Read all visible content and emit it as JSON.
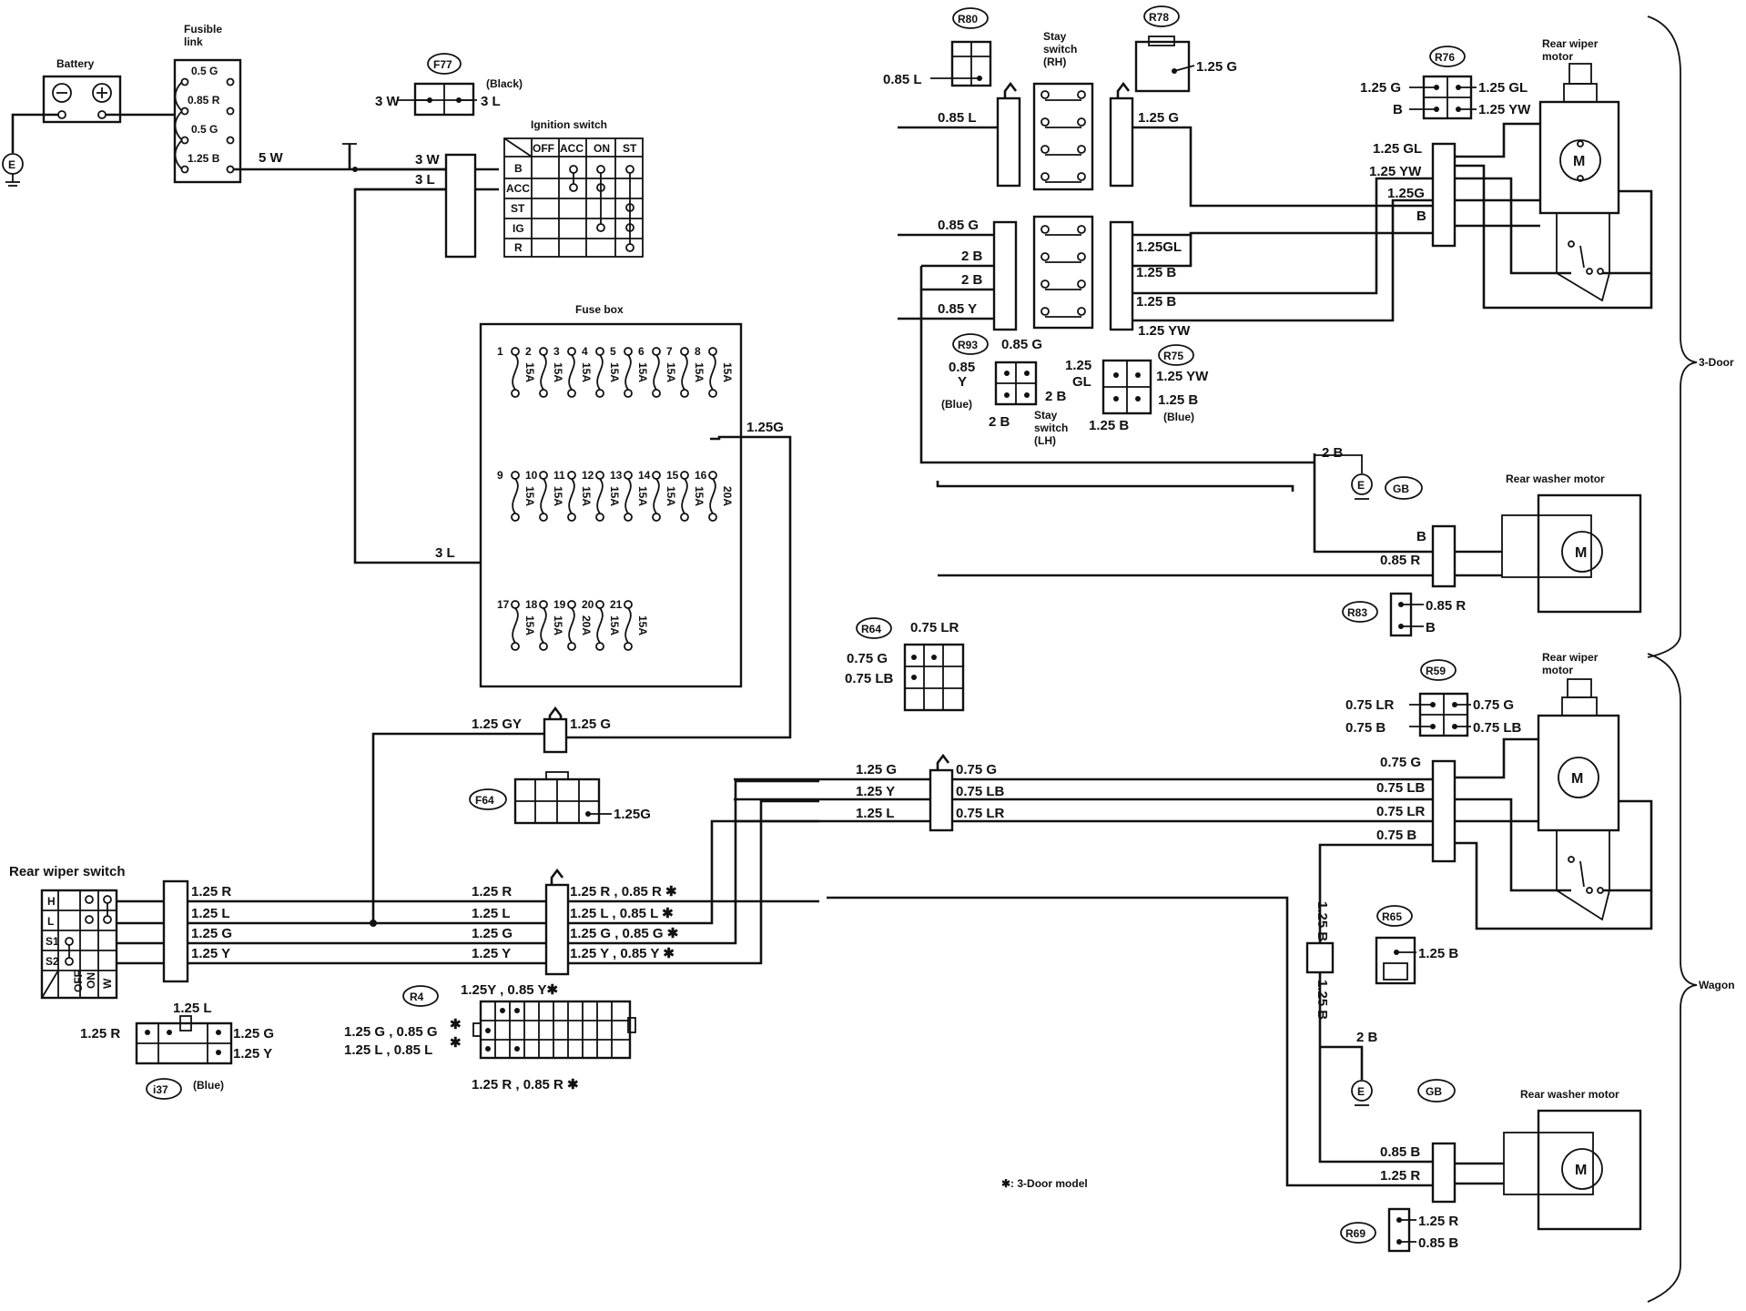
{
  "components": {
    "battery": "Battery",
    "fusible_link": "Fusible\nlink",
    "ignition_switch": "Ignition switch",
    "fuse_box": "Fuse box",
    "stay_switch_rh": "Stay\nswitch\n(RH)",
    "stay_switch_lh": "Stay\nswitch\n(LH)",
    "rear_wiper_motor": "Rear wiper\nmotor",
    "rear_washer_motor": "Rear washer motor",
    "rear_wiper_switch": "Rear wiper switch",
    "door3_label": "3-Door",
    "wagon_label": "Wagon",
    "footnote": "✱: 3-Door model",
    "motor_symbol": "M",
    "ground_symbol": "E"
  },
  "fusible_link_rows": [
    "0.5 G",
    "0.85 R",
    "0.5 G",
    "1.25 B"
  ],
  "ignition_switch": {
    "columns": [
      "OFF",
      "ACC",
      "ON",
      "ST"
    ],
    "rows": [
      "B",
      "ACC",
      "ST",
      "IG",
      "R"
    ]
  },
  "fuse_box": {
    "row1_numbers": [
      "1",
      "2",
      "3",
      "4",
      "5",
      "6",
      "7",
      "8"
    ],
    "row1_ratings": [
      "15A",
      "15A",
      "15A",
      "15A",
      "15A",
      "15A",
      "15A",
      "15A"
    ],
    "row2_numbers": [
      "9",
      "10",
      "11",
      "12",
      "13",
      "14",
      "15",
      "16"
    ],
    "row2_ratings": [
      "15A",
      "15A",
      "15A",
      "15A",
      "15A",
      "15A",
      "15A",
      "20A"
    ],
    "row3_numbers": [
      "17",
      "18",
      "19",
      "20",
      "21"
    ],
    "row3_ratings": [
      "15A",
      "15A",
      "20A",
      "15A",
      "15A"
    ]
  },
  "connectors": {
    "F77": "F77",
    "R80": "R80",
    "R78": "R78",
    "R76": "R76",
    "R93": "R93",
    "R75": "R75",
    "R83": "R83",
    "R64": "R64",
    "F64": "F64",
    "R59": "R59",
    "R65": "R65",
    "R4": "R4",
    "i37": "i37",
    "R69": "R69",
    "GB": "GB"
  },
  "notes": {
    "black": "(Black)",
    "blue": "(Blue)"
  },
  "wire_labels": {
    "batt_5w": "5 W",
    "f77_3w": "3 W",
    "f77_3l": "3 L",
    "ign_3w": "3 W",
    "ign_3l": "3 L",
    "fuse_3l": "3 L",
    "fuse_125g": "1.25G",
    "sw_125gy": "1.25 GY",
    "sw_125g": "1.25 G",
    "f64_125g": "1.25G",
    "r80_085l": "0.85 L",
    "rh_085l": "0.85 L",
    "r78_125g": "1.25 G",
    "rh_125g": "1.25 G",
    "r76_125g": "1.25 G",
    "r76_b": "B",
    "r76_125gl": "1.25 GL",
    "r76_125yw": "1.25 YW",
    "m3_125gl": "1.25 GL",
    "m3_125yw": "1.25 YW",
    "m3_125g": "1.25G",
    "m3_b": "B",
    "lh_085g": "0.85 G",
    "lh_2b_a": "2 B",
    "lh_2b_b": "2 B",
    "lh_085y": "0.85  Y",
    "lh_125gl": "1.25GL",
    "lh_125b_a": "1.25 B",
    "lh_125b_b": "1.25 B",
    "lh_125yw": "1.25 YW",
    "r93_085g": "0.85 G",
    "r93_085": "0.85",
    "r93_y": "Y",
    "r93_2b_r": "2 B",
    "r93_2b_b": "2 B",
    "r75_125": "1.25",
    "r75_gl": "GL",
    "r75_125yw": "1.25 YW",
    "r75_125b_r": "1.25 B",
    "r75_125b_b": "1.25 B",
    "gnd_2b_top": "2 B",
    "wm3_b": "B",
    "wm3_085r": "0.85 R",
    "r83_085r": "0.85 R",
    "r83_b": "B",
    "r64_075lr": "0.75 LR",
    "r64_075g": "0.75 G",
    "r64_075lb": "0.75 LB",
    "j_125g": "1.25 G",
    "j_125y": "1.25 Y",
    "j_125l": "1.25 L",
    "j_075g": "0.75 G",
    "j_075lb": "0.75 LB",
    "j_075lr": "0.75 LR",
    "r59_075lr": "0.75 LR",
    "r59_075b": "0.75  B",
    "r59_075g": "0.75 G",
    "r59_075lb": "0.75 LB",
    "mw_075g": "0.75 G",
    "mw_075lb": "0.75 LB",
    "mw_075lr": "0.75 LR",
    "mw_075b": "0.75 B",
    "r65_125b": "1.25 B",
    "v_125b_1": "1.25 B",
    "v_125b_2": "1.25 B",
    "gnd_2b_bot": "2 B",
    "ww_085b": "0.85 B",
    "ww_125r": "1.25 R",
    "r69_125r": "1.25 R",
    "r69_085b": "0.85 B",
    "sw_125r": "1.25 R",
    "sw_125l": "1.25 L",
    "sw_125g2": "1.25 G",
    "sw_125y": "1.25 Y",
    "mid_125r": "1.25 R",
    "mid_125l": "1.25 L",
    "mid_125g": "1.25 G",
    "mid_125y": "1.25 Y",
    "out_r": "1.25 R , 0.85 R ✱",
    "out_l": "1.25 L , 0.85 L ✱",
    "out_g": "1.25 G , 0.85 G ✱",
    "out_y": "1.25 Y , 0.85 Y ✱",
    "i37_125l": "1.25 L",
    "i37_125r": "1.25 R",
    "i37_125g": "1.25 G",
    "i37_125y": "1.25 Y",
    "r4_top": "1.25Y , 0.85 Y✱",
    "r4_g": "1.25 G , 0.85 G",
    "r4_l": "1.25 L , 0.85 L",
    "r4_r": "1.25  R , 0.85 R ✱",
    "star": "✱",
    "sw_h": "H",
    "sw_l": "L",
    "sw_s1": "S1",
    "sw_s2": "S2",
    "sw_off": "OFF",
    "sw_on": "ON",
    "sw_w": "W"
  }
}
